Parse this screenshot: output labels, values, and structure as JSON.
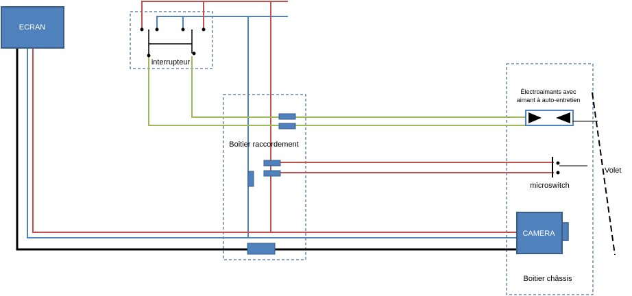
{
  "labels": {
    "ecran": "ECRAN",
    "interrupteur": "interrupteur",
    "boitier_raccordement": "Boitier raccordement",
    "electroaimants_line1": "Électroaimants avec",
    "electroaimants_line2": "aimant à auto-entretien",
    "microswitch": "microswitch",
    "volet": "Volet",
    "camera": "CAMERA",
    "boitier_chassis": "Boitier châssis"
  },
  "colors": {
    "red_wire": "#c0504d",
    "blue_wire": "#4f81bd",
    "green_wire": "#9bbb59",
    "black_wire": "#000000",
    "box_fill": "#4f81bd",
    "box_stroke": "#385d8a",
    "dashed_outline": "#1f497d"
  }
}
